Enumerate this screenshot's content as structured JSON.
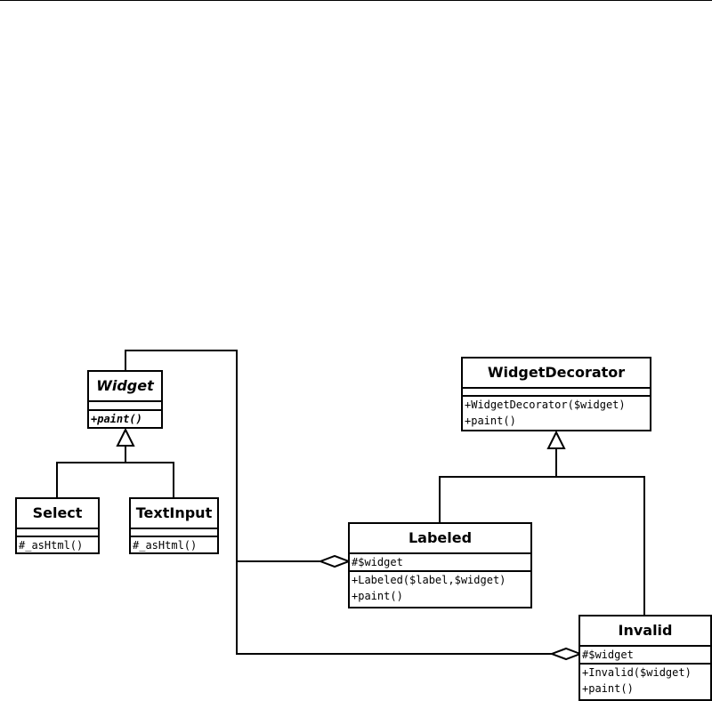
{
  "classes": {
    "widget": {
      "name": "Widget",
      "methods": [
        "+paint()"
      ]
    },
    "select": {
      "name": "Select",
      "methods": [
        "#_asHtml()"
      ]
    },
    "textinput": {
      "name": "TextInput",
      "methods": [
        "#_asHtml()"
      ]
    },
    "decorator": {
      "name": "WidgetDecorator",
      "methods": [
        "+WidgetDecorator($widget)",
        "+paint()"
      ]
    },
    "labeled": {
      "name": "Labeled",
      "attributes": [
        "#$widget"
      ],
      "methods": [
        "+Labeled($label,$widget)",
        "+paint()"
      ]
    },
    "invalid": {
      "name": "Invalid",
      "attributes": [
        "#$widget"
      ],
      "methods": [
        "+Invalid($widget)",
        "+paint()"
      ]
    }
  }
}
